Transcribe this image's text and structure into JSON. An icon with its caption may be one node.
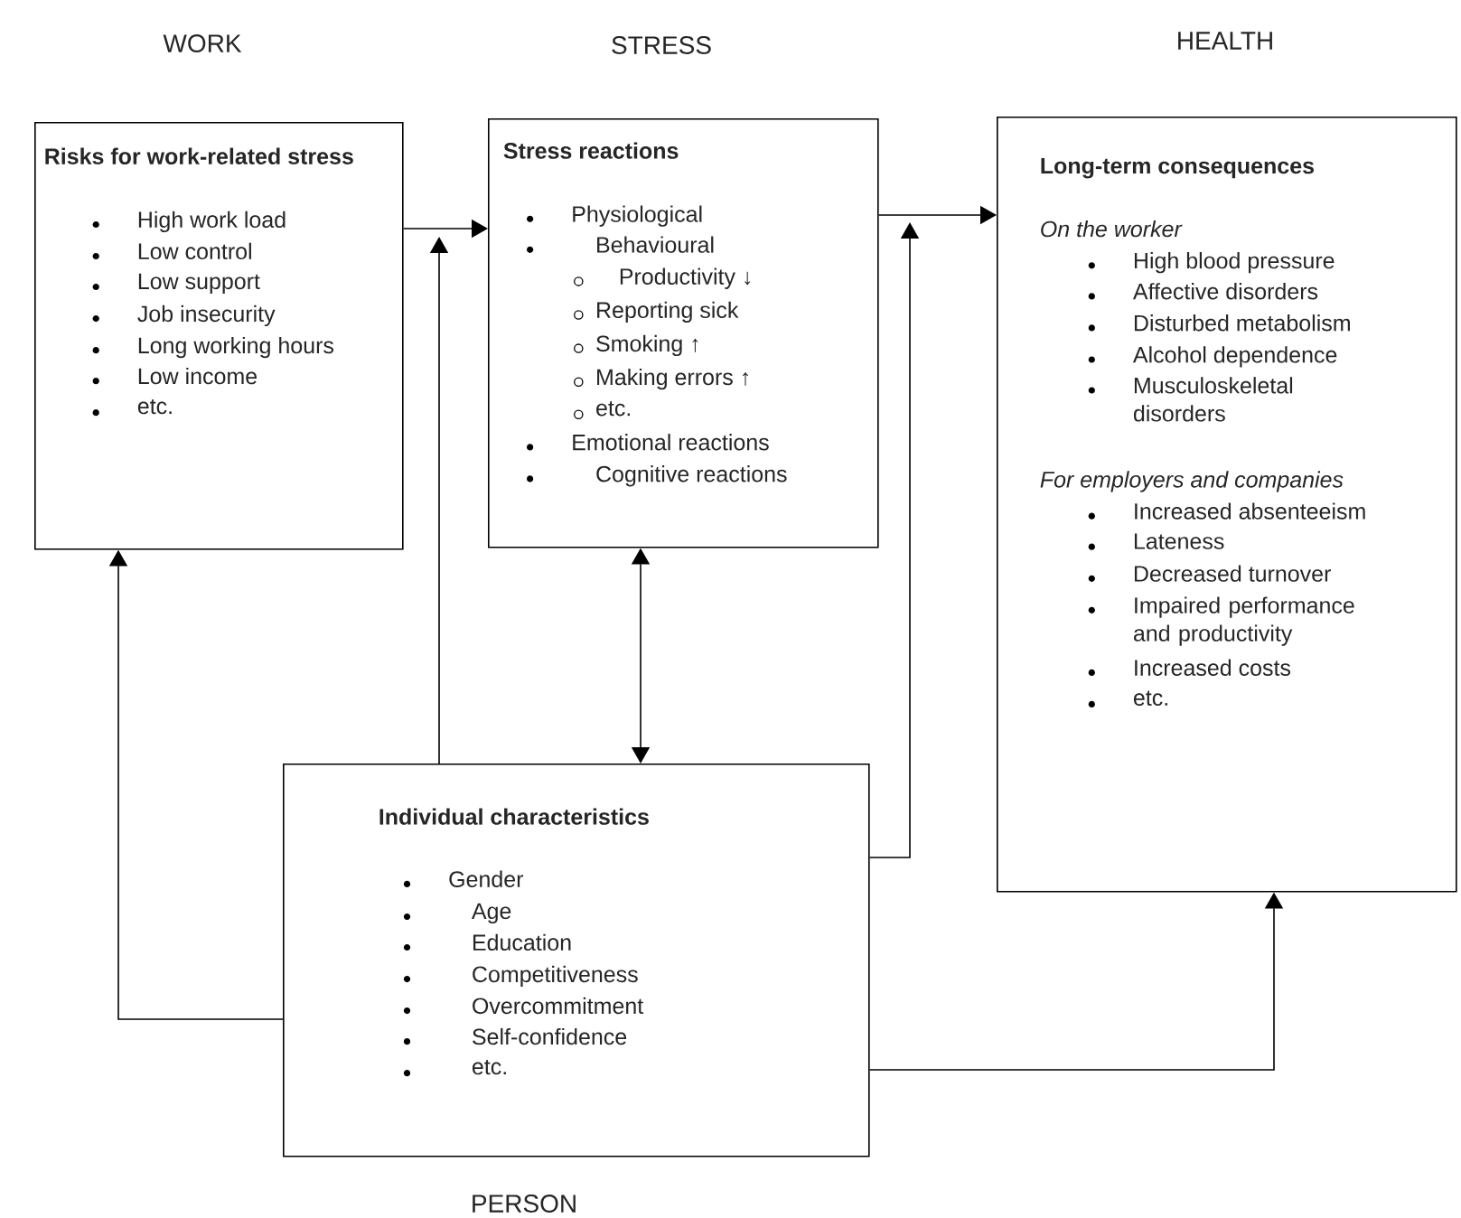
{
  "diagram": {
    "nodes": [
      {
        "text": [
          "Risks for work-related stress",
          "High work load",
          "Low control",
          "Low support",
          "Job insecurity",
          "Long working hours",
          "Low income",
          "etc."
        ]
      },
      {
        "text": [
          "Stress reactions",
          "Physiological",
          "Behavioural",
          "Productivity ↓",
          "Reporting sick",
          "Smoking ↑",
          "Making errors ↑",
          "etc.",
          "Emotional reactions",
          "Cognitive reactions"
        ]
      },
      {
        "text": [
          "Long-term consequences",
          "On the worker",
          "High blood pressure",
          "Affective disorders",
          "Disturbed metabolism",
          "Alcohol dependence",
          "Musculoskeletal disorders",
          "For employers and companies",
          "Increased absenteeism",
          "Lateness",
          "Decreased turnover",
          "Impaired performance and productivity",
          "Increased costs",
          "etc."
        ]
      },
      {
        "text": [
          "Individual characteristics",
          "Gender",
          "Age",
          "Education",
          "Competitiveness",
          "Overcommitment",
          "Self-confidence",
          "etc."
        ]
      }
    ],
    "edges": [
      {
        "from": 0,
        "to": 1,
        "arrow": "to"
      },
      {
        "from": 3,
        "to": null,
        "arrow": "to"
      },
      {
        "from": 1,
        "to": 2,
        "arrow": "to"
      },
      {
        "from": 3,
        "to": null,
        "arrow": "to"
      },
      {
        "from": 1,
        "to": 3,
        "arrow": "both"
      },
      {
        "from": 3,
        "to": 0,
        "arrow": "to"
      },
      {
        "from": 3,
        "to": 2,
        "arrow": "to"
      }
    ],
    "labels": [
      "WORK",
      "STRESS",
      "HEALTH",
      "PERSON"
    ]
  }
}
